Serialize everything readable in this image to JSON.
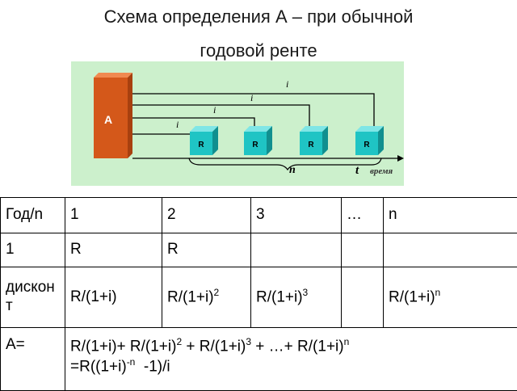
{
  "title": {
    "line1": "Схема определения  А – при  обычной",
    "line2": "годовой ренте"
  },
  "diagram": {
    "block_label": "А",
    "payment_label": "R",
    "rate_label": "i",
    "n_label": "n",
    "t_label": "t",
    "time_label": "время",
    "colors": {
      "block": "#d4581a",
      "payment": "#1fc4c4",
      "background": "#ccf0cc"
    }
  },
  "table": {
    "rows": [
      [
        "Год/n",
        "1",
        "2",
        "3",
        "…",
        "n"
      ],
      [
        "1",
        "R",
        "R",
        "",
        "",
        ""
      ],
      [
        "дисконт",
        "R/(1+i)",
        "R/(1+i)",
        "R/(1+i)",
        "",
        "R/(1+i)"
      ],
      [
        "A=",
        "R/(1+i)+ R/(1+i)",
        " + R/(1+i)",
        " + …+ R/(1+i)",
        "=R((1+i)",
        "  -1)/i"
      ]
    ],
    "exponents": {
      "sq": "2",
      "cube": "3",
      "n": "n",
      "neg_n": "-n"
    }
  }
}
